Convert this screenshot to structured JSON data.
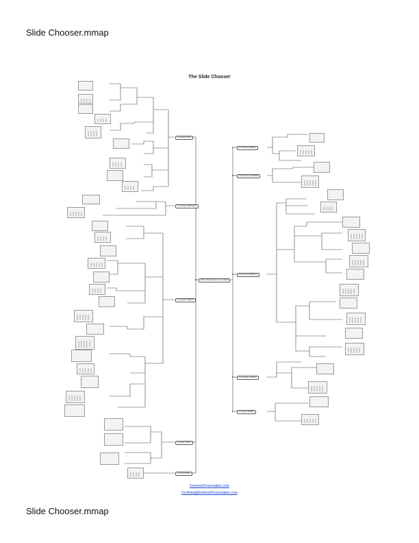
{
  "header": {
    "file_name": "Slide Chooser.mmap"
  },
  "footer_header": {
    "file_name": "Slide Chooser.mmap"
  },
  "diagram": {
    "title": "The Slide Chooser",
    "root": "What is the key point of your slide?",
    "left_branches": [
      "To Explain (WHY)",
      "To Compare (EXPLAIN)",
      "To Organize (WHAT)",
      "To Assign (WHO)",
      "To Show (HOW)"
    ],
    "right_branches": [
      "To Introduce (WHEN)",
      "To Emphasize (WHERE)",
      "To Document (WHICH)",
      "To Persuade (WHICH)",
      "To Decide (WHEN)"
    ],
    "footer_links": [
      "ExtremePresentation.com",
      "Dr.Abela@ExtremePresentation.com"
    ]
  }
}
